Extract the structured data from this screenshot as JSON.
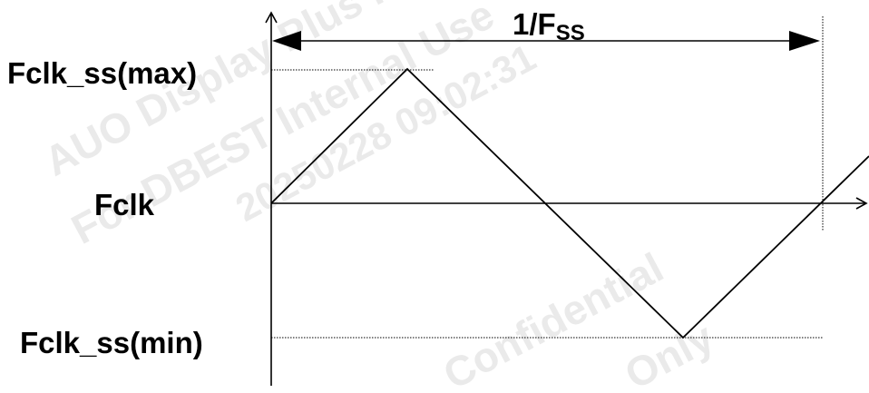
{
  "labels": {
    "max": "Fclk_ss(max)",
    "center": "Fclk",
    "min": "Fclk_ss(min)",
    "period_main": "1/F",
    "period_sub": "SS"
  },
  "watermark": {
    "line1": "AUO Display Plus Internal Use",
    "line2": "For DBEST Internal Use",
    "line3": "20250228 09:02:31",
    "line4": "Confidential",
    "line5": "Only"
  },
  "colors": {
    "line": "#000000",
    "watermark": "#d9d9d9",
    "background": "#ffffff"
  }
}
